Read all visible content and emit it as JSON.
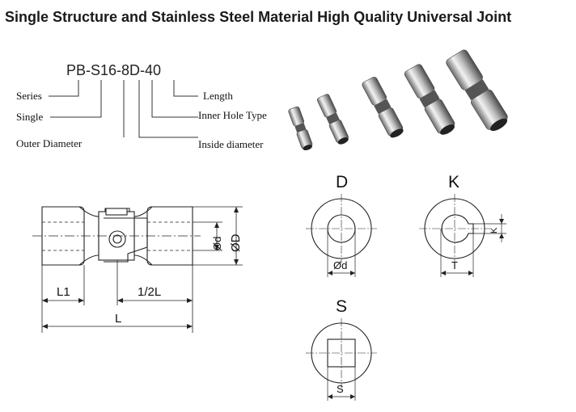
{
  "title": "Single Structure and Stainless Steel Material High Quality Universal Joint",
  "model_code": "PB-S16-8D-40",
  "code_labels": {
    "series": "Series",
    "single": "Single",
    "outer_diameter": "Outer Diameter",
    "length": "Length",
    "inner_hole_type": "Inner Hole Type",
    "inside_diameter": "Inside diameter"
  },
  "drawing": {
    "dia_inner": "Ød",
    "dia_outer": "ØD",
    "l1": "L1",
    "half_l": "1/2L",
    "l": "L"
  },
  "hole_types": {
    "d": {
      "letter": "D",
      "dim": "Ød"
    },
    "k": {
      "letter": "K",
      "dim_t": "T",
      "dim_k": "K"
    },
    "s": {
      "letter": "S",
      "dim": "S"
    }
  }
}
